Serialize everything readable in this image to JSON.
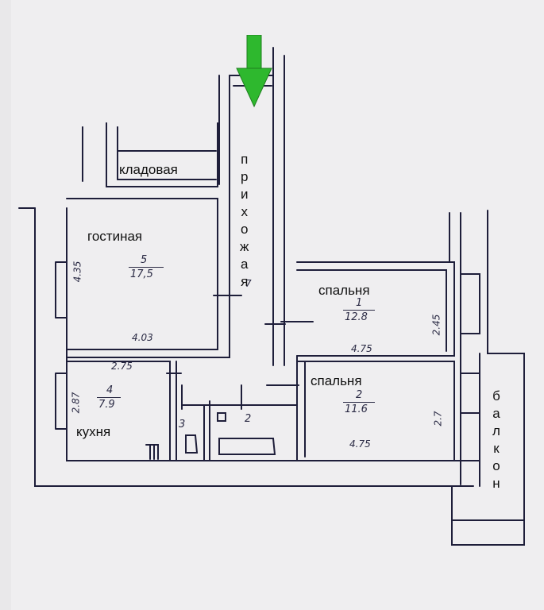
{
  "rooms": {
    "storage": {
      "label": "кладовая"
    },
    "hallway": {
      "label": "прихожая",
      "number": "7"
    },
    "living": {
      "label": "гостиная",
      "number": "5",
      "area": "17,5",
      "width": "4.03",
      "height": "4.35"
    },
    "kitchen": {
      "label": "кухня",
      "number": "4",
      "area": "7.9",
      "width": "2.75",
      "height": "2.87"
    },
    "bedroom1": {
      "label": "спальня",
      "number": "1",
      "area": "12.8",
      "width": "4.75",
      "height": "2.45"
    },
    "bedroom2": {
      "label": "спальня",
      "number": "2",
      "area": "11.6",
      "width": "4.75",
      "height": "2.7"
    },
    "toilet": {
      "number": "3"
    },
    "bathroom": {
      "number": "2"
    },
    "balcony": {
      "label": "балкон"
    }
  },
  "colors": {
    "arrow": "#2eb82e",
    "lines": "#1e1e3a",
    "paper": "#efeef0"
  },
  "icons": [
    "entrance-arrow-icon"
  ]
}
